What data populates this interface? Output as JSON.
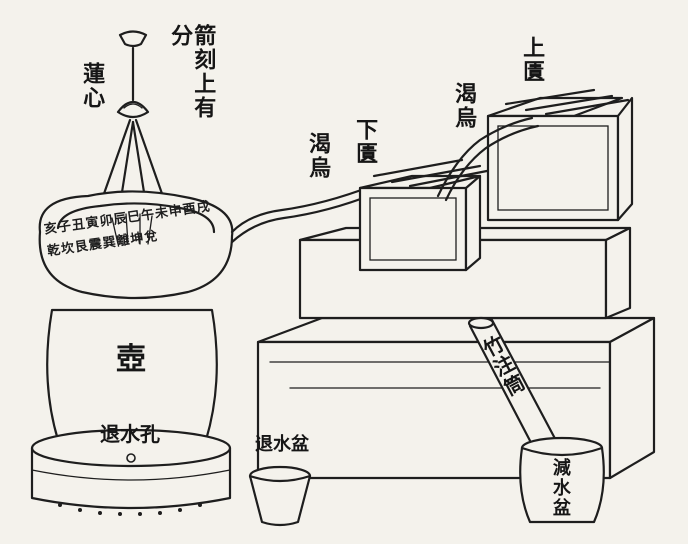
{
  "labels": {
    "arrow_scale": "箭刻上有分",
    "lotus_core": "蓮心",
    "lower_cabinet": "下匱",
    "upper_cabinet": "上匱",
    "siphon_lower": "渴烏",
    "siphon_upper": "渴烏",
    "vessel": "壺",
    "drain_hole": "退水孔",
    "drain_basin": "退水盆",
    "bamboo_tube": "竹注筒",
    "reducing_basin": "減水盆"
  },
  "dial_text": "亥子丑寅卯辰巳午未申酉戌乾坎艮震巽離坤兌"
}
